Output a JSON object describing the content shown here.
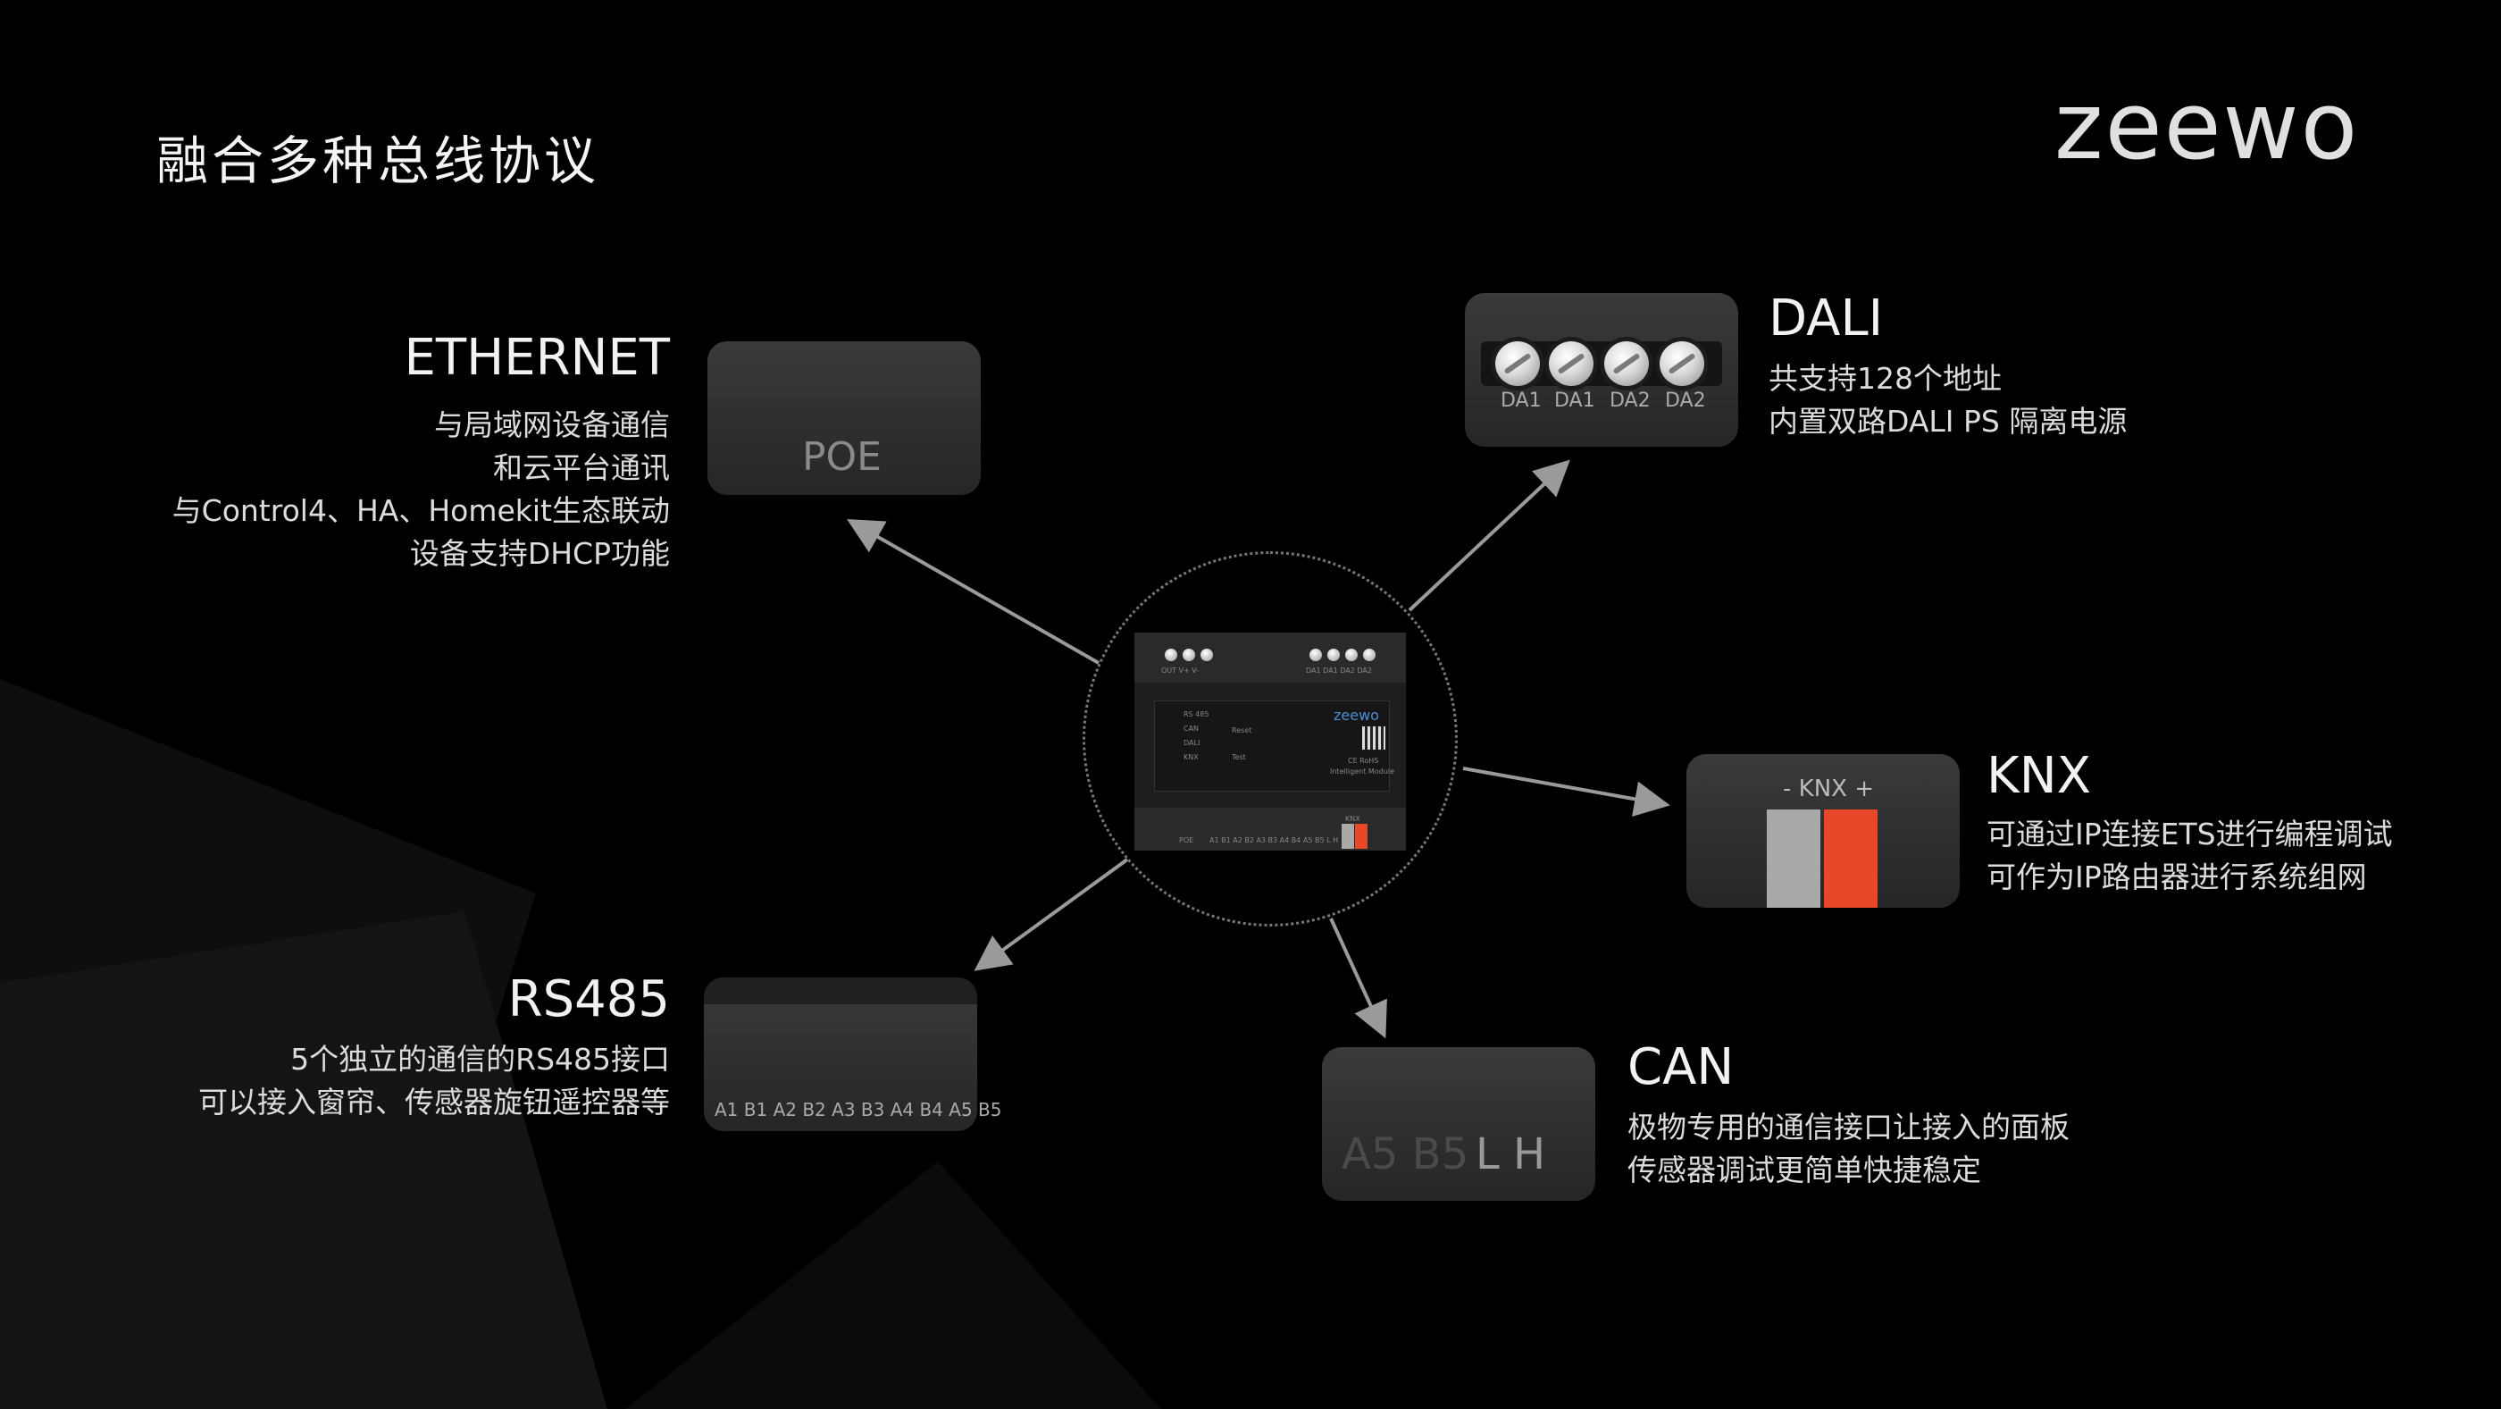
{
  "title": "融合多种总线协议",
  "brand": "zeewo",
  "ethernet": {
    "heading": "ETHERNET",
    "lines": [
      "与局域网设备通信",
      "和云平台通讯",
      "与Control4、HA、Homekit生态联动",
      "设备支持DHCP功能"
    ],
    "port_label": "POE"
  },
  "dali": {
    "heading": "DALI",
    "lines": [
      "共支持128个地址",
      "内置双路DALI PS 隔离电源"
    ],
    "terminals": [
      "DA1",
      "DA1",
      "DA2",
      "DA2"
    ]
  },
  "knx": {
    "heading": "KNX",
    "lines": [
      "可通过IP连接ETS进行编程调试",
      "可作为IP路由器进行系统组网"
    ],
    "port_label": "- KNX +",
    "colors": {
      "minus": "#a9a9a9",
      "plus": "#e8472a"
    }
  },
  "rs485": {
    "heading": "RS485",
    "lines": [
      "5个独立的通信的RS485接口",
      "可以接入窗帘、传感器旋钮遥控器等"
    ],
    "terminals": "A1 B1 A2 B2 A3 B3 A4 B4 A5 B5"
  },
  "can": {
    "heading": "CAN",
    "lines": [
      "极物专用的通信接口让接入的面板",
      "传感器调试更简单快捷稳定"
    ],
    "faded_label": "A5 B5",
    "label": "L H"
  },
  "device": {
    "brand": "zeewo",
    "top_left_labels": "OUT  V+  V-",
    "top_right_labels": "DA1 DA1 DA2 DA2",
    "leds": [
      "RS 485",
      "CAN",
      "DALI",
      "KNX"
    ],
    "buttons": [
      "Reset",
      "Test"
    ],
    "bottom_ports": "POE",
    "bottom_terminals": "A1 B1 A2 B2 A3 B3 A4 B4 A5 B5 L H",
    "model": "Intelligent Module",
    "cert": "CE RoHS",
    "knx_mini": "KNX"
  }
}
